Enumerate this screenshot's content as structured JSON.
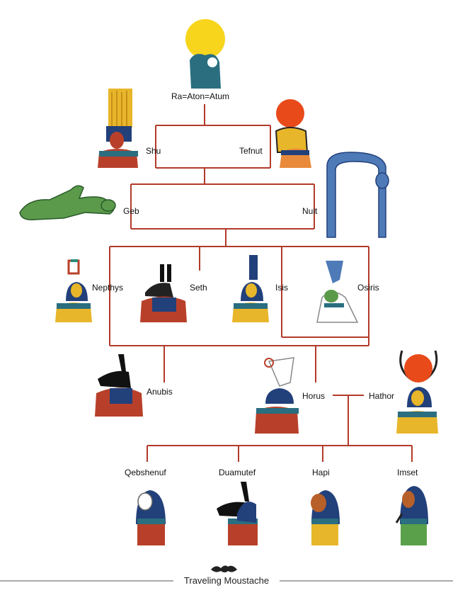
{
  "colors": {
    "line": "#b23a2a",
    "blue": "#22407a",
    "teal": "#2a6e80",
    "red": "#b8402a",
    "gold": "#e8b62a",
    "green": "#5a9a4a",
    "sun": "#f7d51c",
    "sun_red": "#e84a1a"
  },
  "deities": {
    "ra": "Ra=Aton=Atum",
    "shu": "Shu",
    "tefnut": "Tefnut",
    "geb": "Geb",
    "nuit": "Nuit",
    "nepthys": "Nepthys",
    "seth": "Seth",
    "isis": "Isis",
    "osiris": "Osiris",
    "anubis": "Anubis",
    "horus": "Horus",
    "hathor": "Hathor",
    "qebshenuf": "Qebshenuf",
    "duamutef": "Duamutef",
    "hapi": "Hapi",
    "imset": "Imset"
  },
  "footer": {
    "brand": "Traveling Moustache",
    "logo_icon": "moustache-icon"
  }
}
